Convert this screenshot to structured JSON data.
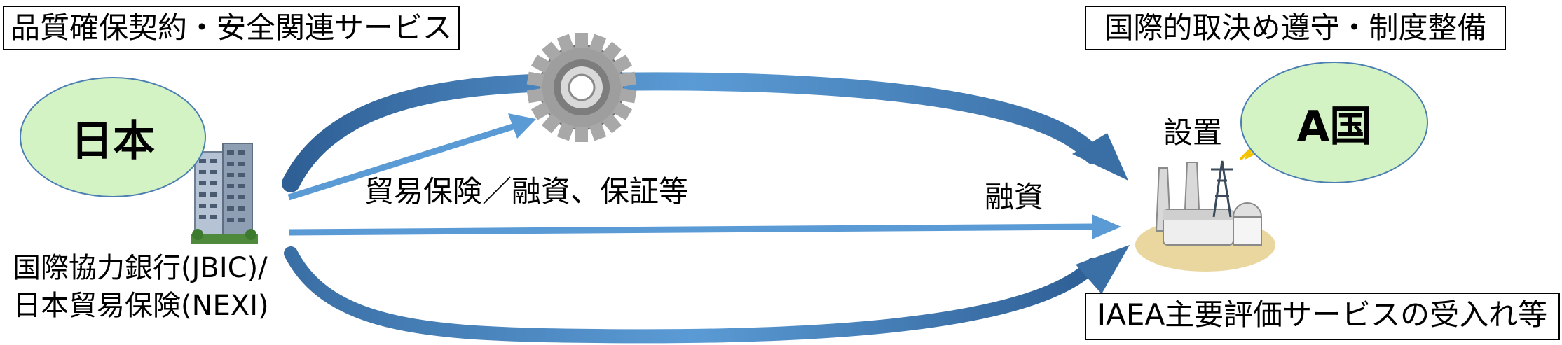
{
  "boxes": {
    "top_left": "品質確保契約・安全関連サービス",
    "top_right": "国際的取決め遵守・制度整備",
    "bottom_right": "IAEA主要評価サービスの受入れ等"
  },
  "nodes": {
    "japan": "日本",
    "country_a": "A国"
  },
  "labels": {
    "install": "設置",
    "trade_insurance": "貿易保険／融資、保証等",
    "financing": "融資",
    "institutions_line1": "国際協力銀行(JBIC)/",
    "institutions_line2": "日本貿易保険(NEXI)"
  },
  "colors": {
    "arrow_dark": "#3a6fa5",
    "arrow_light": "#5b9bd5",
    "ellipse_fill": "#d4f3c4",
    "ellipse_border": "#4b7fb3"
  }
}
